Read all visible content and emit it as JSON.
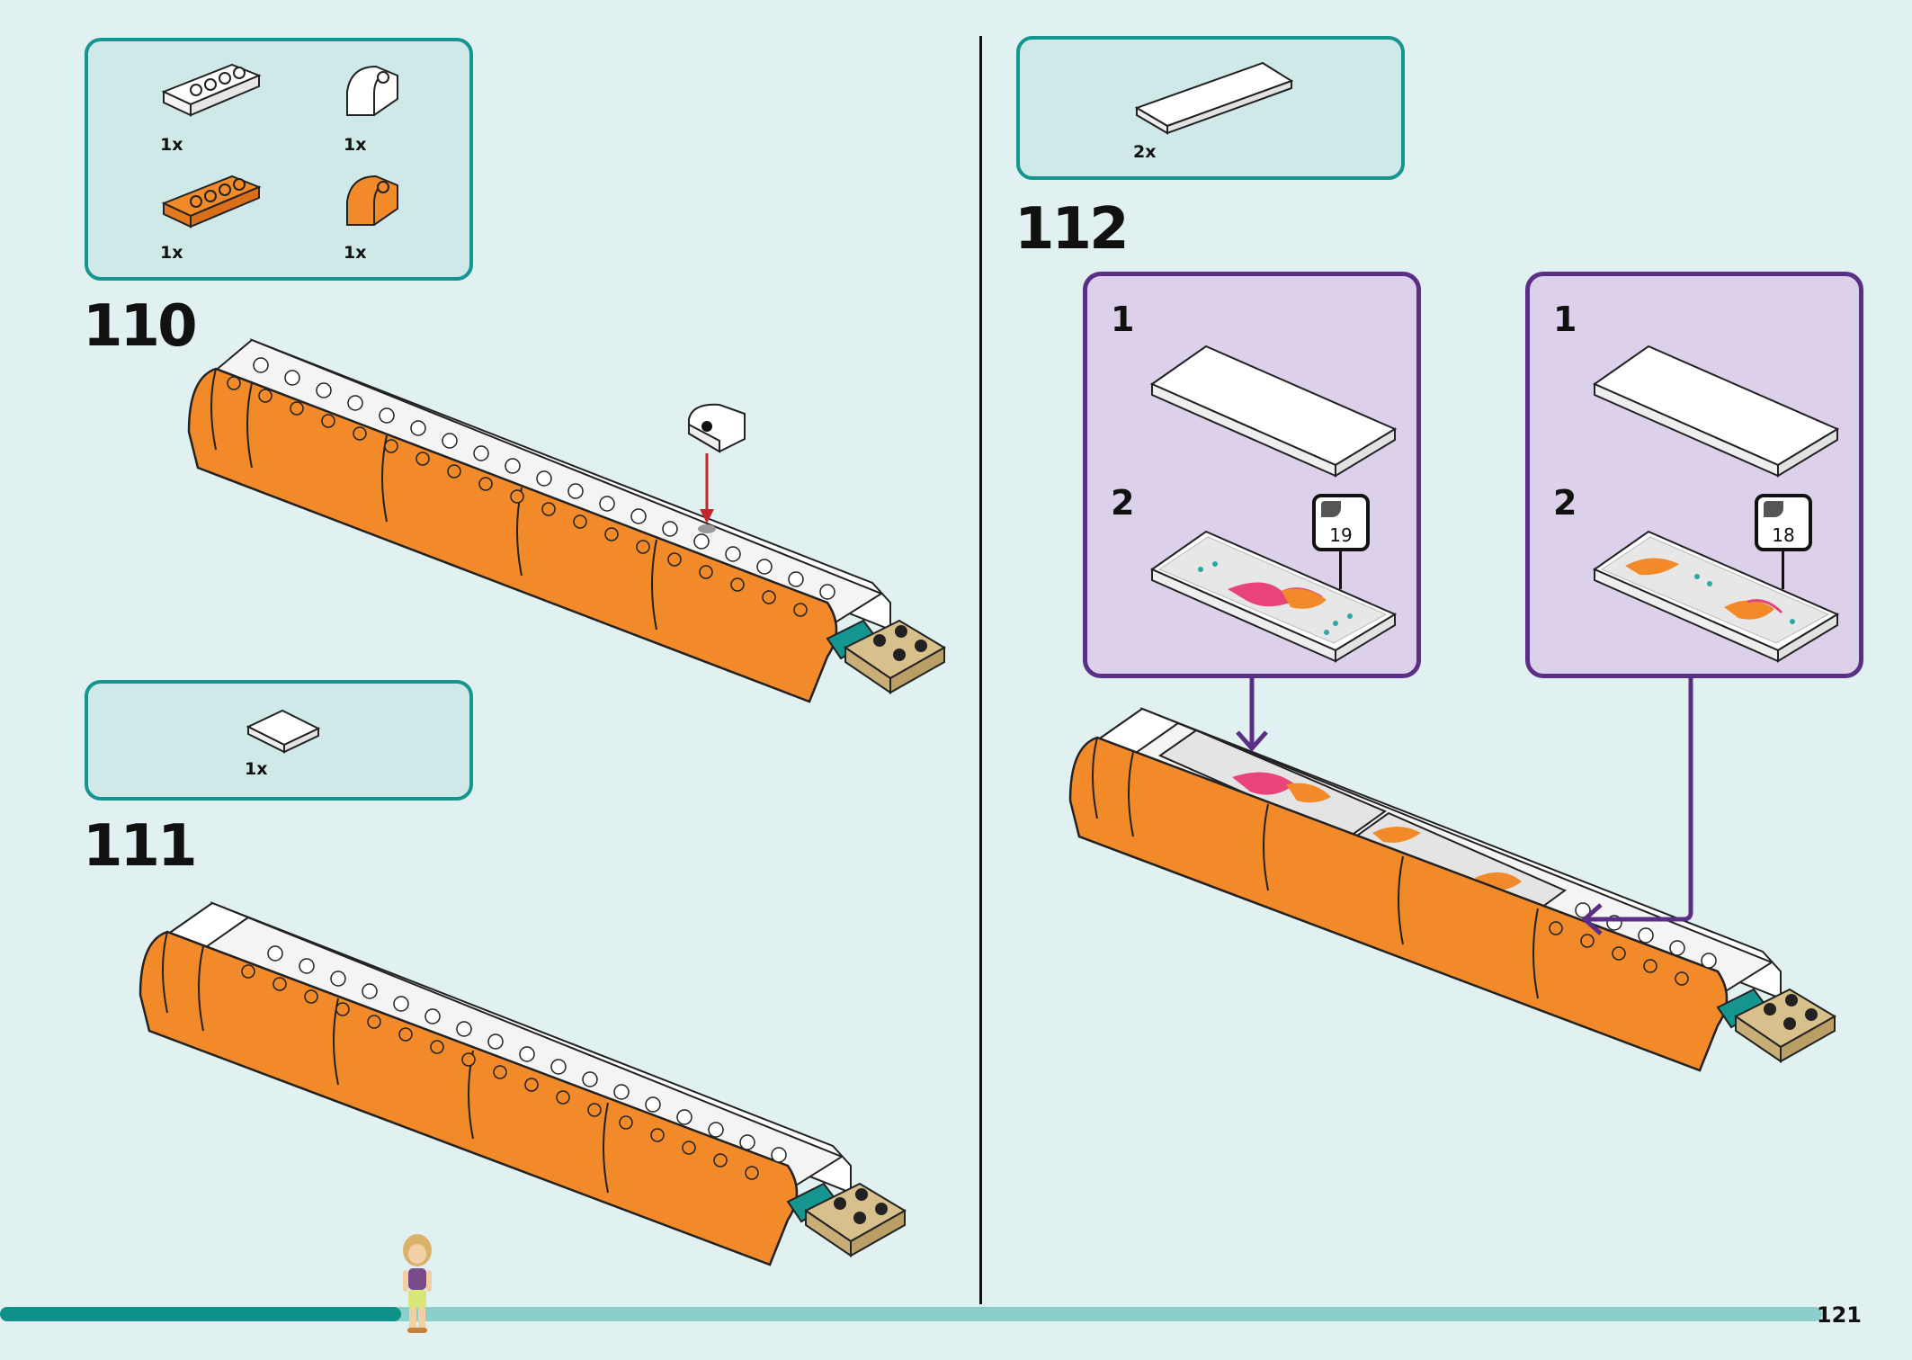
{
  "left": {
    "step110": {
      "number": "110",
      "parts": [
        {
          "icon": "white-curved-slope-1x4-icon",
          "qty": "1x"
        },
        {
          "icon": "white-curved-slope-1x1-icon",
          "qty": "1x"
        },
        {
          "icon": "orange-curved-slope-1x4-icon",
          "qty": "1x"
        },
        {
          "icon": "orange-curved-slope-1x1-icon",
          "qty": "1x"
        }
      ]
    },
    "step111": {
      "number": "111",
      "parts": [
        {
          "icon": "white-tile-2x2-icon",
          "qty": "1x"
        }
      ]
    }
  },
  "right": {
    "step112": {
      "number": "112",
      "parts": [
        {
          "icon": "white-tile-2x6-icon",
          "qty": "2x"
        }
      ],
      "callouts": [
        {
          "sub1": "1",
          "sub2": "2",
          "sticker": "19"
        },
        {
          "sub1": "1",
          "sub2": "2",
          "sticker": "18"
        }
      ]
    }
  },
  "footer": {
    "page_number": "121",
    "progress": 0.22,
    "progress_color": "#0e9189",
    "track_color": "#8ccfca",
    "character_icon": "minidoll-figure-icon"
  },
  "colors": {
    "orange": "#f28a2a",
    "teal": "#14958f",
    "purple": "#5a2f86",
    "tan": "#d8c08c",
    "arrow_red": "#c4262e"
  }
}
